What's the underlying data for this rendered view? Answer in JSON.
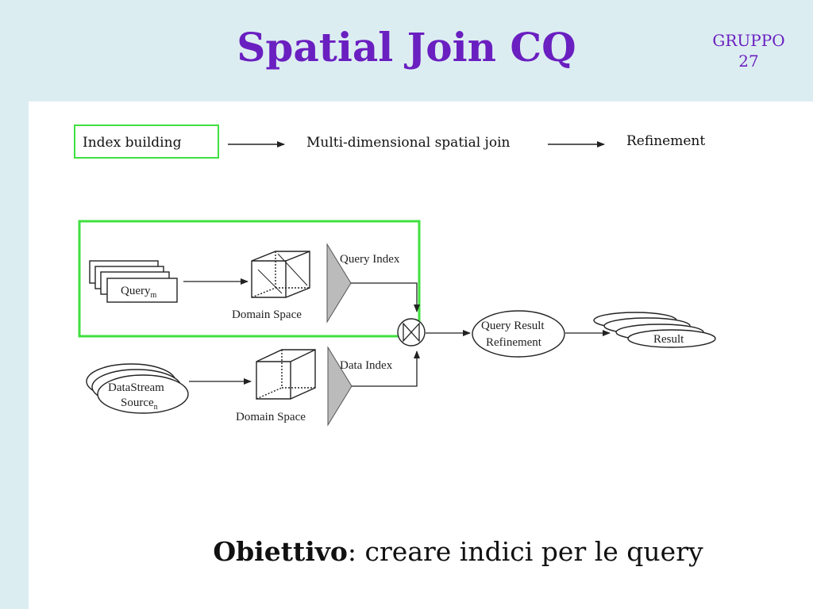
{
  "slide": {
    "title": "Spatial Join CQ",
    "group_label": "GRUPPO",
    "group_number": "27"
  },
  "flow": {
    "step1": "Index building",
    "step2": "Multi-dimensional spatial join",
    "step3": "Refinement"
  },
  "diagram": {
    "query": "Query",
    "query_sub": "m",
    "domain_space_top": "Domain Space",
    "query_index": "Query Index",
    "datastream_line1": "DataStream",
    "datastream_line2": "Source",
    "datastream_sub": "n",
    "domain_space_bottom": "Domain Space",
    "data_index": "Data Index",
    "refinement_line1": "Query Result",
    "refinement_line2": "Refinement",
    "result": "Result"
  },
  "goal": {
    "label": "Obiettivo",
    "text": ": creare indici per le query"
  },
  "colors": {
    "title": "#6a1fc0",
    "background": "#dcedf2",
    "highlight": "#40e040"
  }
}
